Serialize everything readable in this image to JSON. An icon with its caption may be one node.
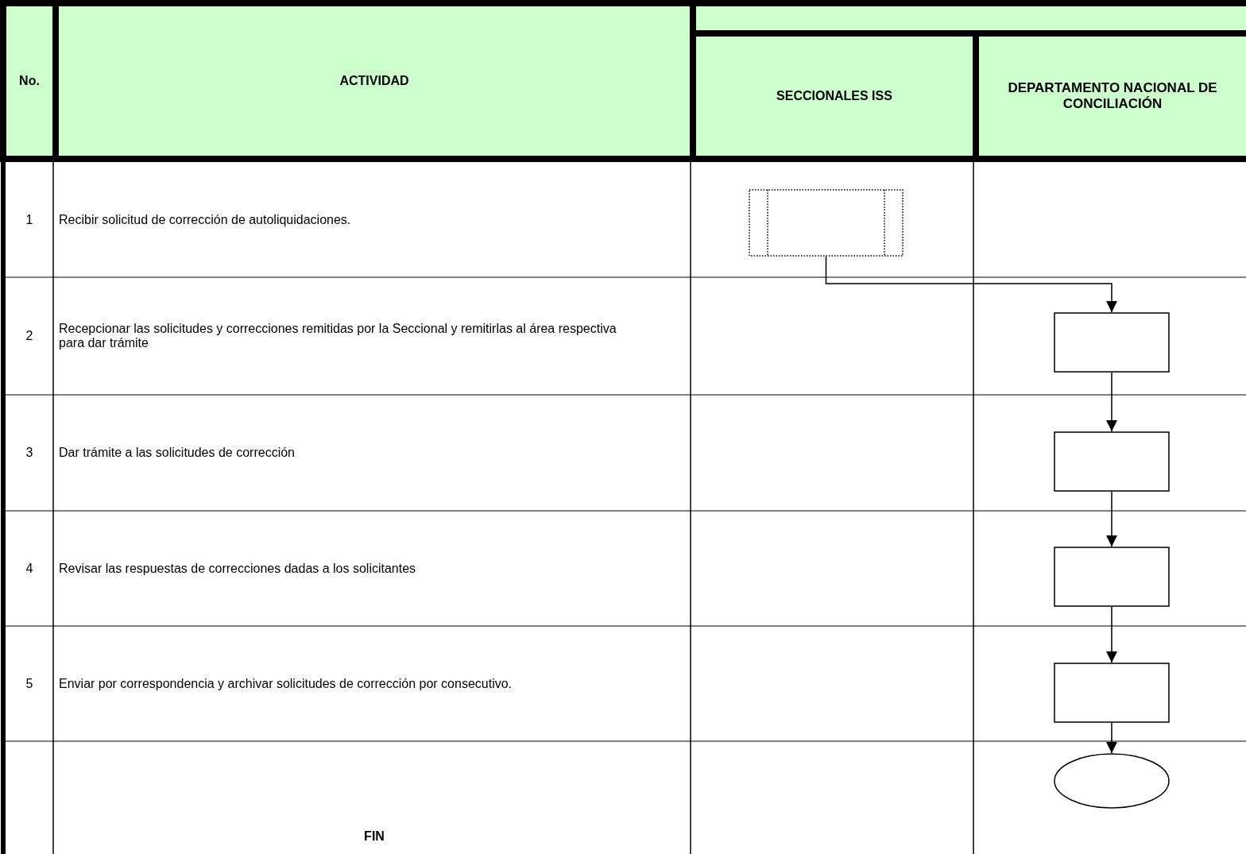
{
  "diagram": {
    "nodes": [
      {
        "text": [],
        "shape": "box"
      },
      {
        "text": [],
        "shape": "box"
      },
      {
        "text": [],
        "shape": "box"
      },
      {
        "text": [],
        "shape": "box"
      },
      {
        "text": [],
        "shape": "box"
      },
      {
        "text": [],
        "shape": "circle"
      }
    ],
    "edges": [
      {
        "from": 0,
        "to": 1,
        "arrow": "to"
      },
      {
        "from": 1,
        "to": 2,
        "arrow": "to"
      },
      {
        "from": 2,
        "to": 3,
        "arrow": "to"
      },
      {
        "from": 3,
        "to": 4,
        "arrow": "to"
      },
      {
        "from": 4,
        "to": 5,
        "arrow": "to"
      }
    ],
    "labels": [
      "No.",
      "ACTIVIDAD",
      "SECCIONALES ISS",
      "DEPARTAMENTO NACIONAL DE CONCILIACIÓN",
      "1",
      "Recibir solicitud de corrección de autoliquidaciones.",
      "2",
      "Recepcionar las solicitudes y correcciones remitidas por la Seccional y remitirlas al área respectiva para dar trámite",
      "3",
      "Dar trámite a las solicitudes de corrección",
      "4",
      "Revisar las respuestas de correcciones dadas a los solicitantes",
      "5",
      "Enviar por correspondencia y archivar solicitudes de corrección por consecutivo.",
      "FIN"
    ]
  }
}
